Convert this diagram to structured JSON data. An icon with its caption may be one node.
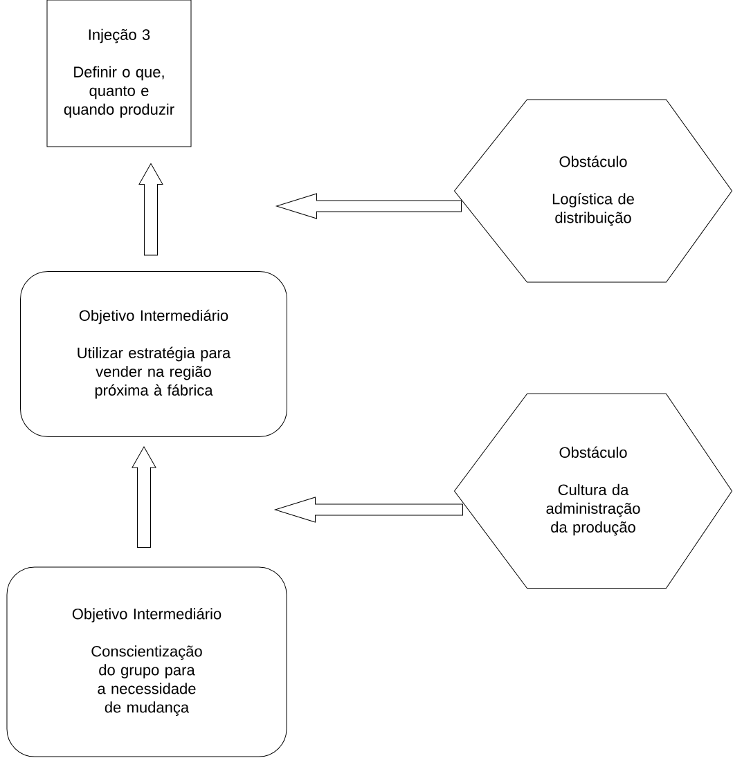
{
  "diagram": {
    "nodes": [
      {
        "text": [
          "Injeção 3",
          "Definir o que, quanto e quando produzir"
        ]
      },
      {
        "text": [
          "Obstáculo",
          "Logística de distribuição"
        ]
      },
      {
        "text": [
          "Objetivo Intermediário",
          "Utilizar estratégia para vender na região próxima à fábrica"
        ]
      },
      {
        "text": [
          "Obstáculo",
          "Cultura da administração da produção"
        ]
      },
      {
        "text": [
          "Objetivo Intermediário",
          "Conscientização do grupo para a necessidade de mudança"
        ]
      }
    ],
    "edges": [
      {
        "from": 2,
        "to": 0,
        "arrow": "to"
      },
      {
        "from": 1,
        "to": null,
        "arrow": "to"
      },
      {
        "from": 4,
        "to": 2,
        "arrow": "to"
      },
      {
        "from": 3,
        "to": null,
        "arrow": "to"
      }
    ]
  }
}
